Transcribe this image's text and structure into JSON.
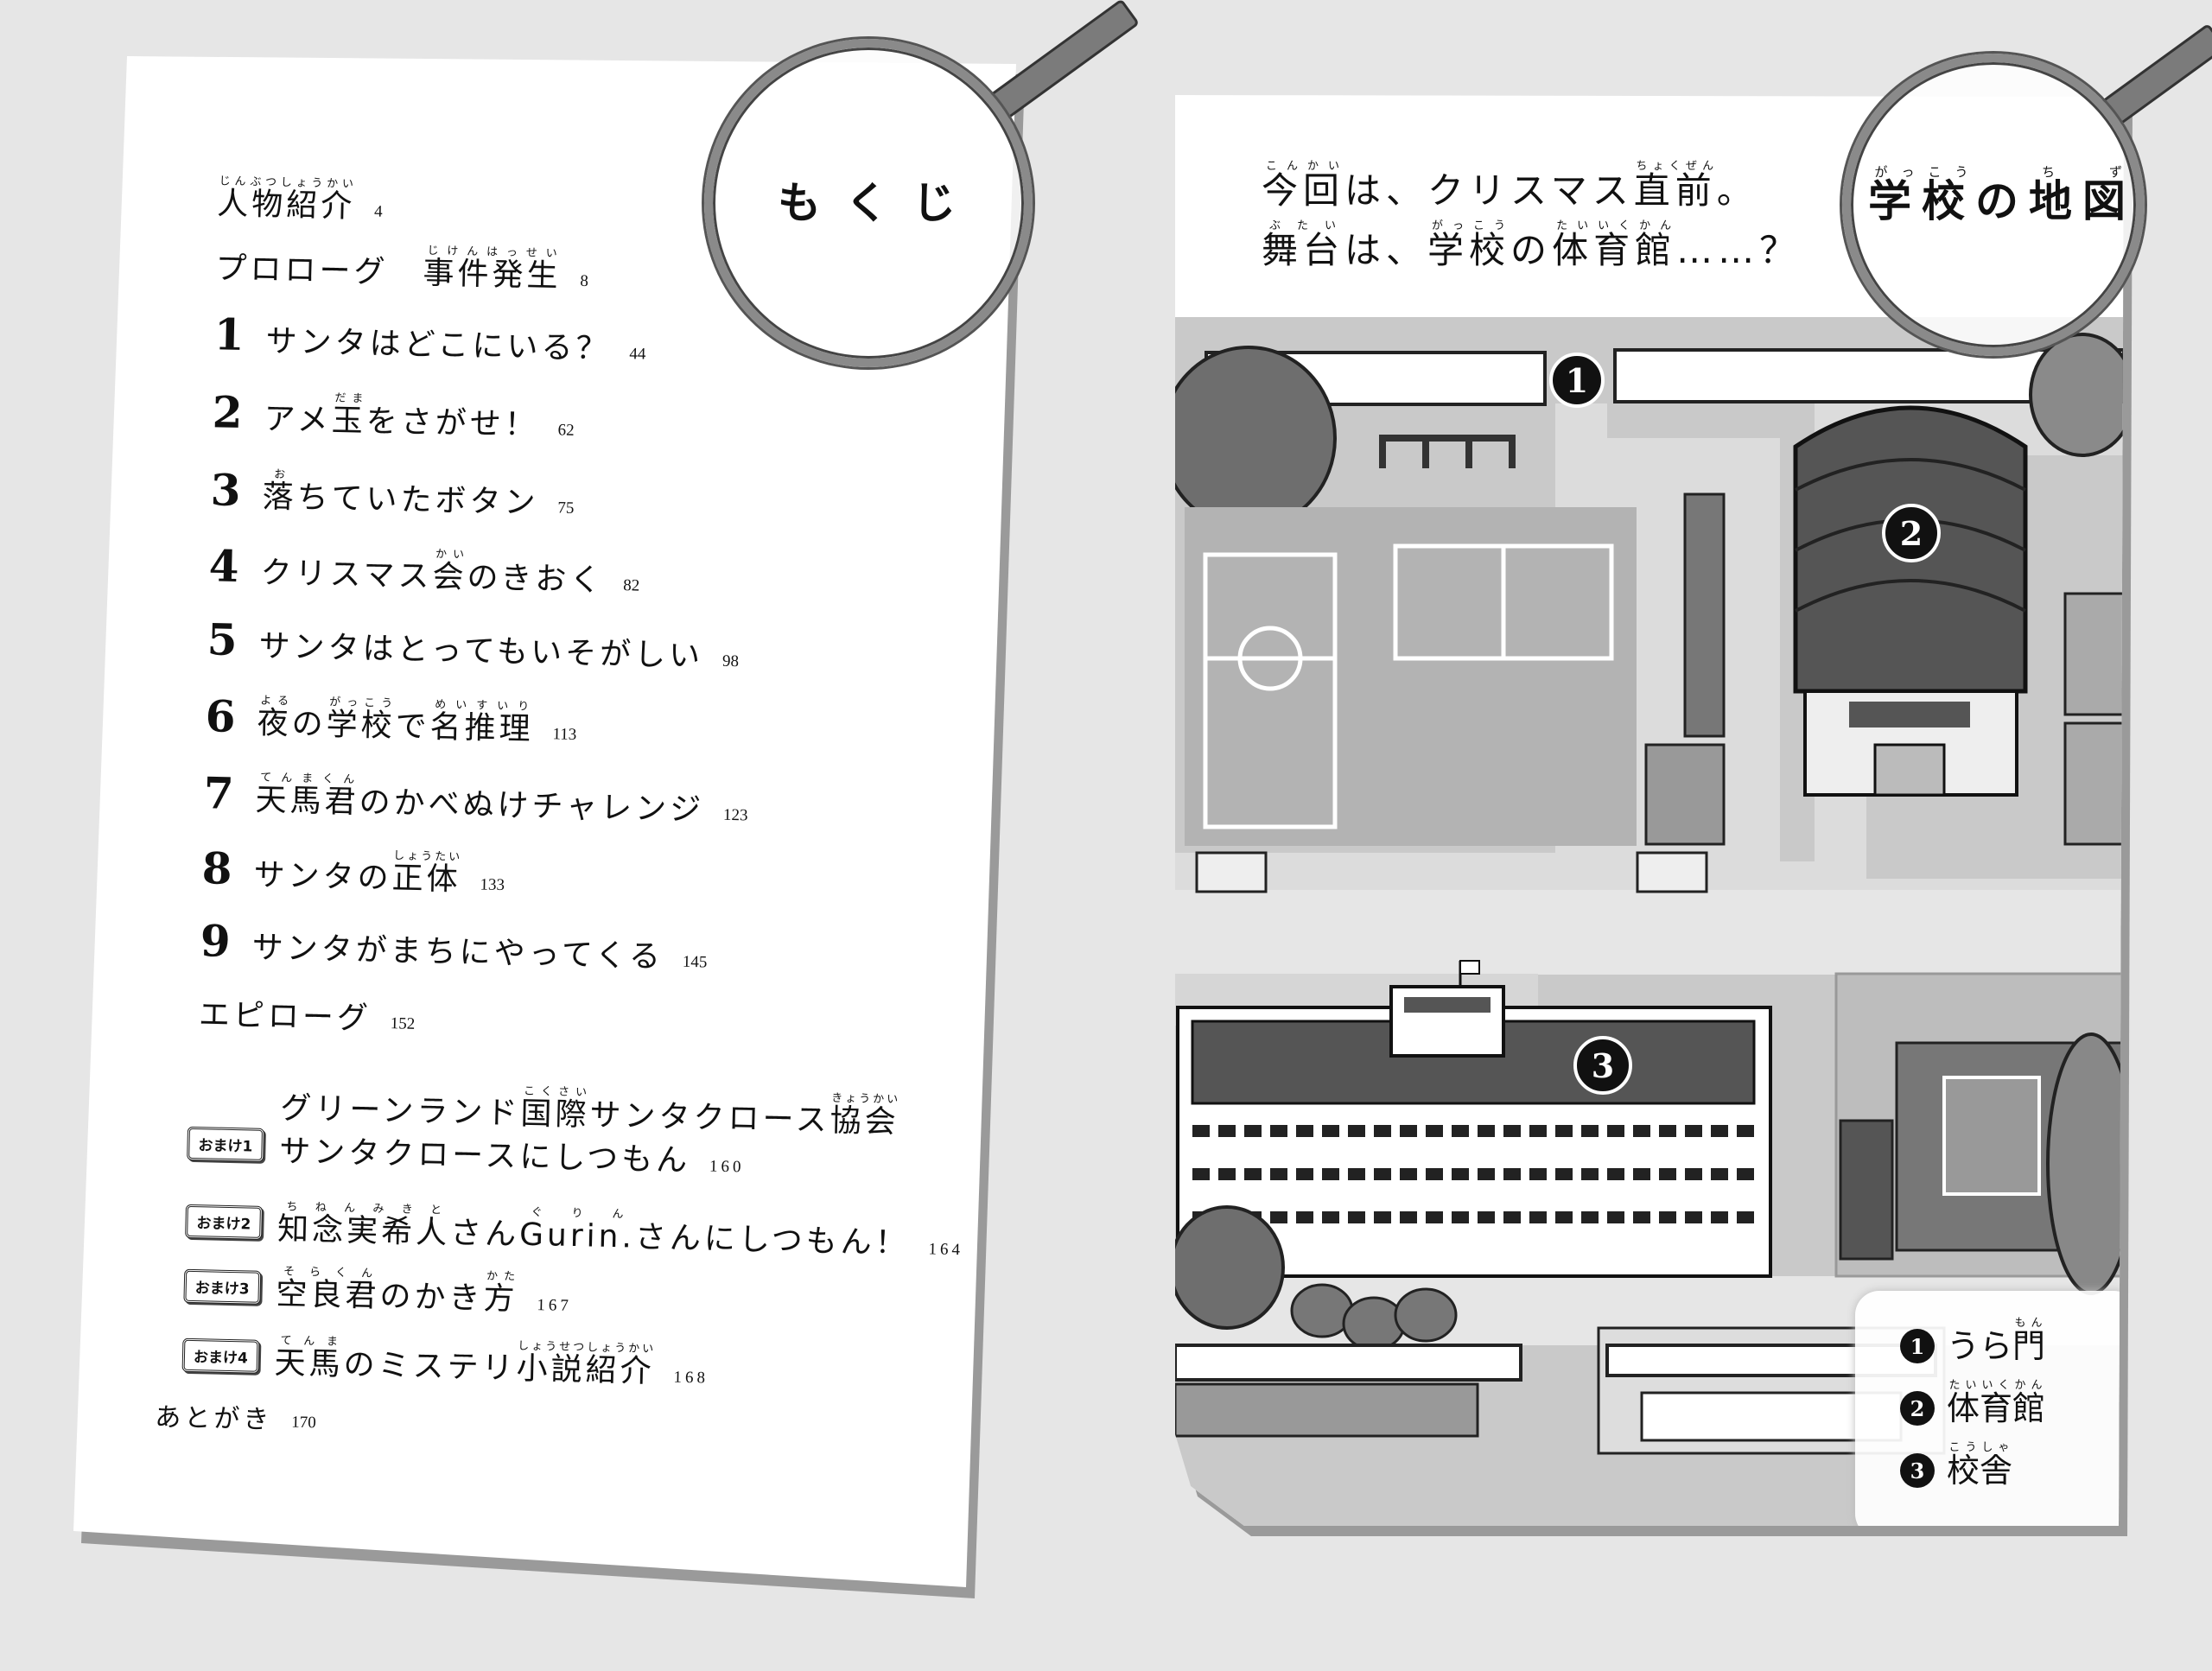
{
  "toc": {
    "title": [
      [
        "もくじ",
        ""
      ]
    ],
    "items": [
      {
        "num": "",
        "segments": [
          [
            "人物紹介",
            "じんぶつしょうかい"
          ]
        ],
        "page": "4"
      },
      {
        "num": "",
        "segments": [
          "プロローグ　",
          [
            "事件発生",
            "じけんはっせい"
          ]
        ],
        "page": "8"
      },
      {
        "num": "1",
        "segments": [
          "サンタはどこにいる？"
        ],
        "page": "44"
      },
      {
        "num": "2",
        "segments": [
          "アメ",
          [
            "玉",
            "だま"
          ],
          "をさがせ！"
        ],
        "page": "62"
      },
      {
        "num": "3",
        "segments": [
          [
            "落",
            "お"
          ],
          "ちていたボタン"
        ],
        "page": "75"
      },
      {
        "num": "4",
        "segments": [
          "クリスマス",
          [
            "会",
            "かい"
          ],
          "のきおく"
        ],
        "page": "82"
      },
      {
        "num": "5",
        "segments": [
          "サンタはとってもいそがしい"
        ],
        "page": "98"
      },
      {
        "num": "6",
        "segments": [
          [
            "夜",
            "よる"
          ],
          "の",
          [
            "学校",
            "がっこう"
          ],
          "で",
          [
            "名推理",
            "めいすいり"
          ]
        ],
        "page": "113"
      },
      {
        "num": "7",
        "segments": [
          [
            "天馬君",
            "てんまくん"
          ],
          "のかべぬけチャレンジ"
        ],
        "page": "123"
      },
      {
        "num": "8",
        "segments": [
          "サンタの",
          [
            "正体",
            "しょうたい"
          ]
        ],
        "page": "133"
      },
      {
        "num": "9",
        "segments": [
          "サンタがまちにやってくる"
        ],
        "page": "145"
      },
      {
        "num": "",
        "segments": [
          "エピローグ"
        ],
        "page": "152"
      }
    ],
    "extras": [
      {
        "label": "おまけ1",
        "segments": [
          "グリーンランド",
          [
            "国際",
            "こくさい"
          ],
          "サンタクロース",
          [
            "協会",
            "きょうかい"
          ]
        ],
        "segments2": [
          "サンタクロースにしつもん"
        ],
        "page": "160"
      },
      {
        "label": "おまけ2",
        "segments": [
          [
            "知念実希人",
            "ちねんみきと"
          ],
          "さん",
          [
            "Gurin.",
            "ぐりん"
          ],
          "さんにしつもん！"
        ],
        "page": "164"
      },
      {
        "label": "おまけ3",
        "segments": [
          [
            "空良君",
            "そらくん"
          ],
          "のかき",
          [
            "方",
            "かた"
          ]
        ],
        "page": "167"
      },
      {
        "label": "おまけ4",
        "segments": [
          [
            "天馬",
            "てんま"
          ],
          "のミステリ",
          [
            "小説紹介",
            "しょうせつしょうかい"
          ]
        ],
        "page": "168"
      }
    ],
    "afterword": {
      "segments": [
        "あとがき"
      ],
      "page": "170"
    }
  },
  "map_page": {
    "title": [
      [
        "学校",
        "がっこう"
      ],
      "の",
      [
        "地図",
        "ちず"
      ]
    ],
    "intro_line1": [
      [
        "今回",
        "こんかい"
      ],
      "は、クリスマス",
      [
        "直前",
        "ちょくぜん"
      ],
      "。"
    ],
    "intro_line2": [
      [
        "舞台",
        "ぶたい"
      ],
      "は、",
      [
        "学校",
        "がっこう"
      ],
      "の",
      [
        "体育館",
        "たいいくかん"
      ],
      "……？"
    ],
    "markers": [
      "1",
      "2",
      "3"
    ],
    "legend": [
      {
        "num": "1",
        "segments": [
          "うら",
          [
            "門",
            "もん"
          ]
        ]
      },
      {
        "num": "2",
        "segments": [
          [
            "体育館",
            "たいいくかん"
          ]
        ]
      },
      {
        "num": "3",
        "segments": [
          [
            "校舎",
            "こうしゃ"
          ]
        ]
      }
    ]
  },
  "colors": {
    "ink": "#111111",
    "paper": "#ffffff",
    "map_ground": "#c9c9c9",
    "map_path": "#e4e4e4",
    "map_dark": "#4a4a4a"
  }
}
